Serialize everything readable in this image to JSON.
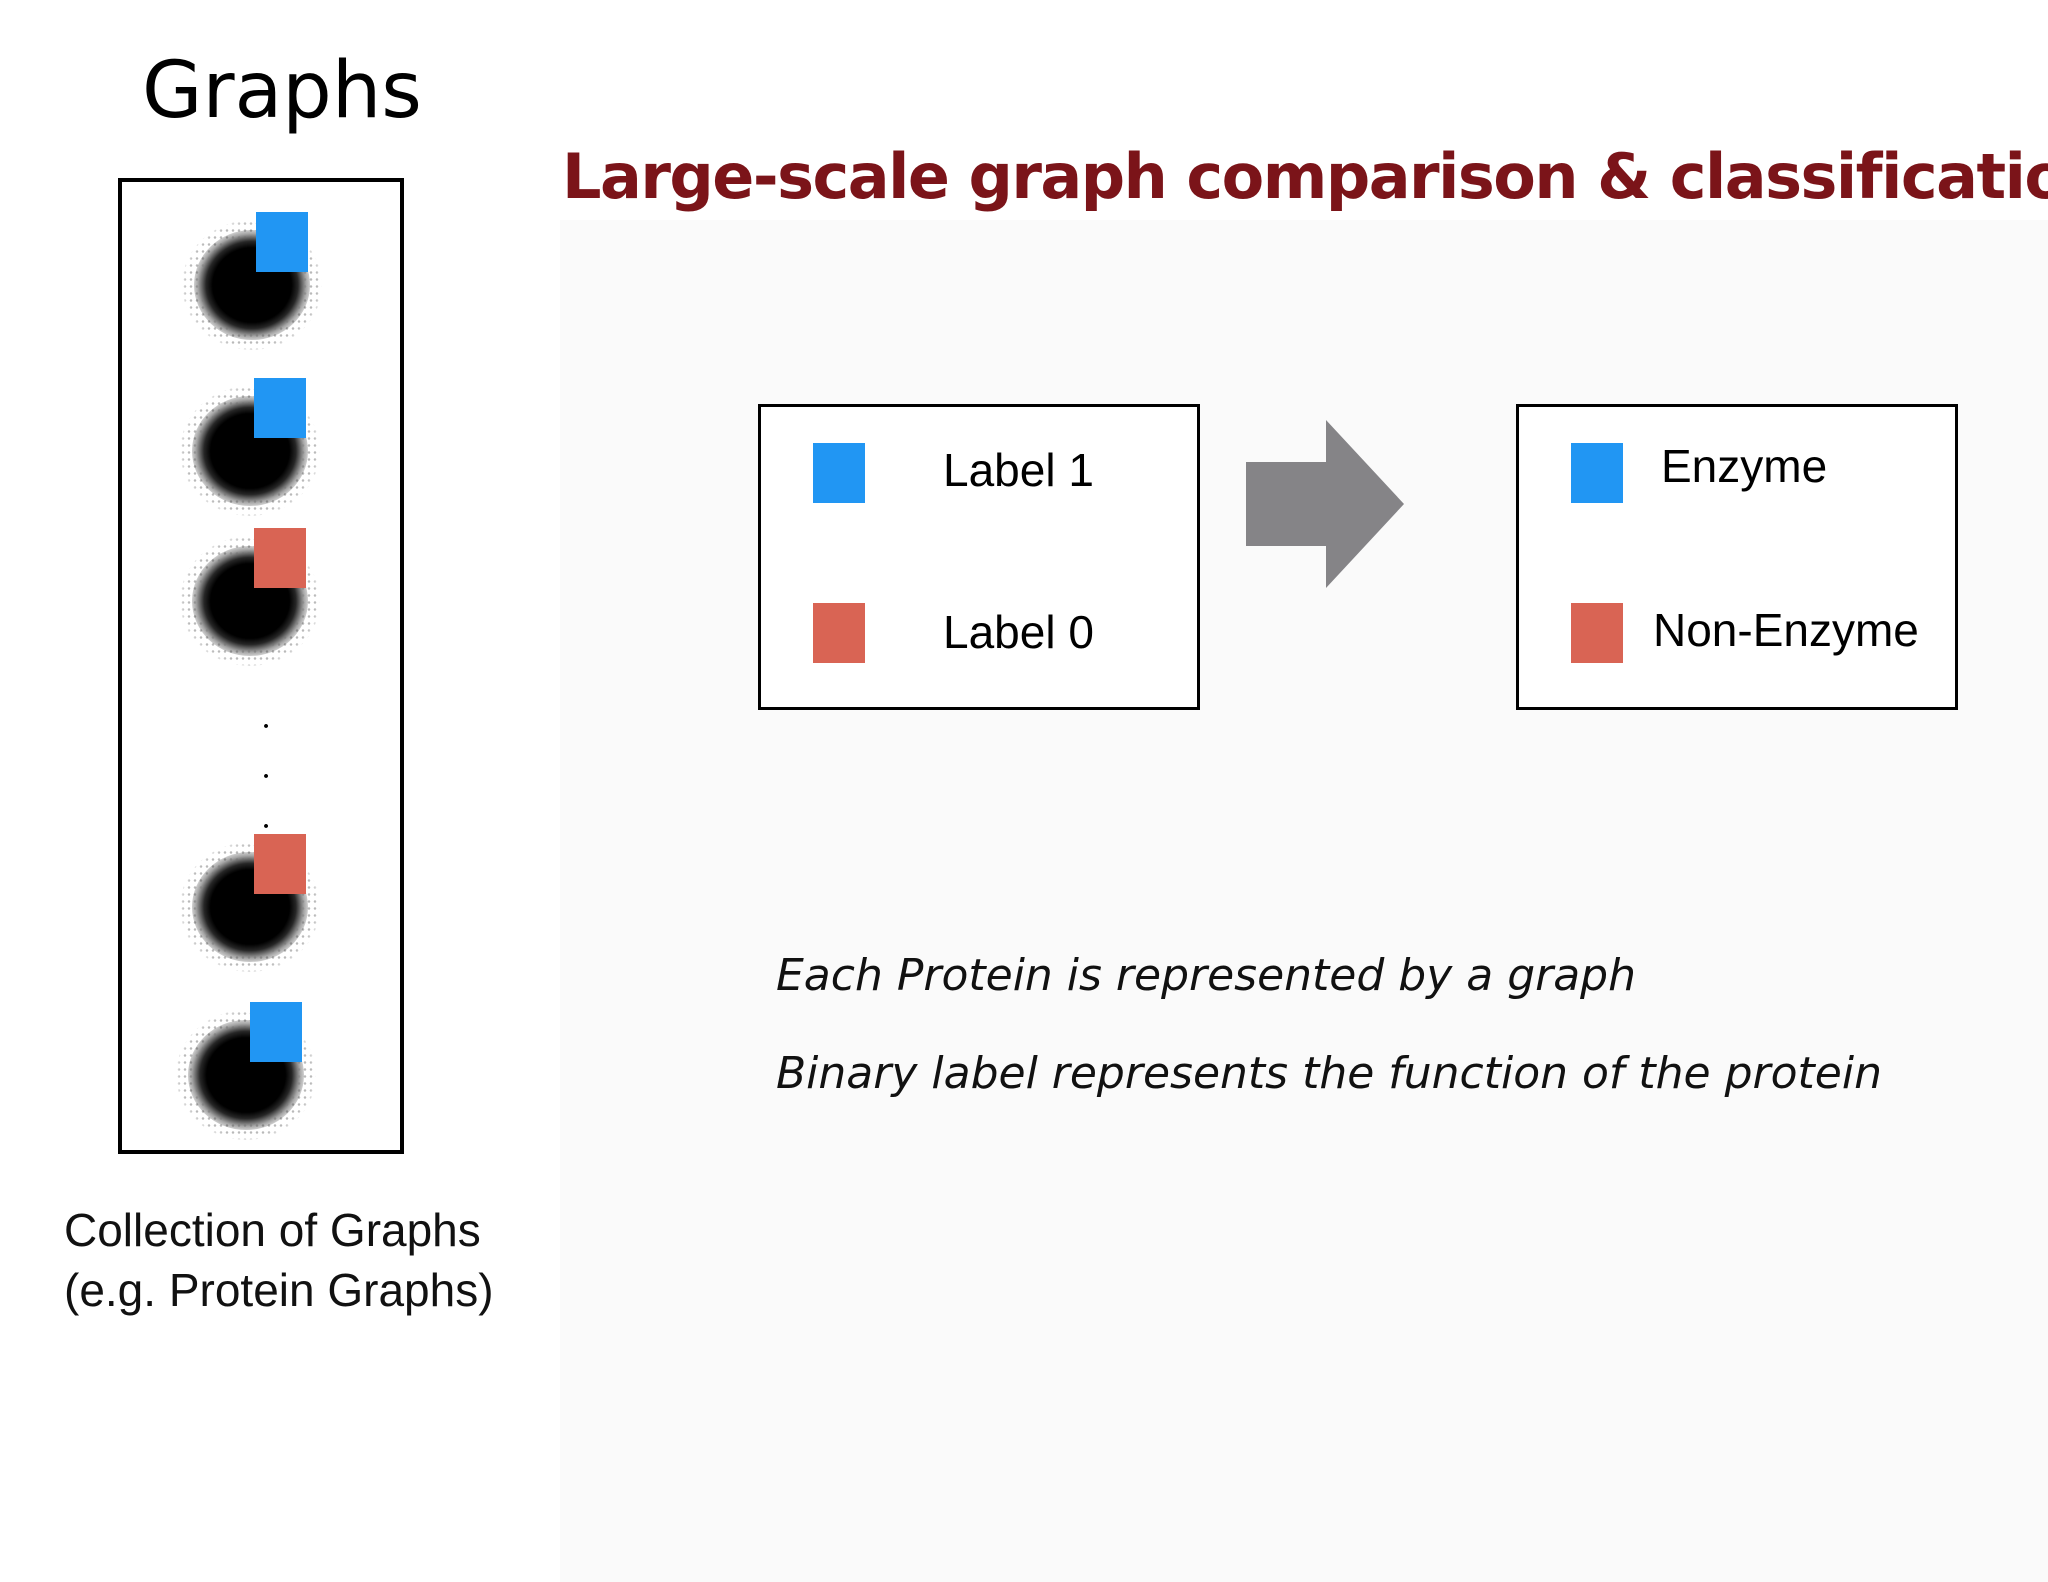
{
  "left": {
    "title": "Graphs",
    "caption_line1": "Collection of Graphs",
    "caption_line2": "(e.g. Protein Graphs)",
    "ellipsis": "·\n·\n·",
    "graph_tags": [
      "blue",
      "blue",
      "red",
      "red",
      "blue"
    ]
  },
  "main_title": "Large-scale graph comparison & classification",
  "legend_labels": {
    "label1": "Label 1",
    "label0": "Label 0"
  },
  "legend_meaning": {
    "label1": "Enzyme",
    "label0": "Non-Enzyme"
  },
  "statements": [
    "Each Protein is represented by a graph",
    "Binary label represents the function of the protein"
  ],
  "colors": {
    "blue": "#2196f3",
    "red": "#d96454",
    "title": "#7b1419",
    "arrow": "#858487"
  },
  "icons": {
    "transform_arrow": "right-arrow-icon"
  }
}
